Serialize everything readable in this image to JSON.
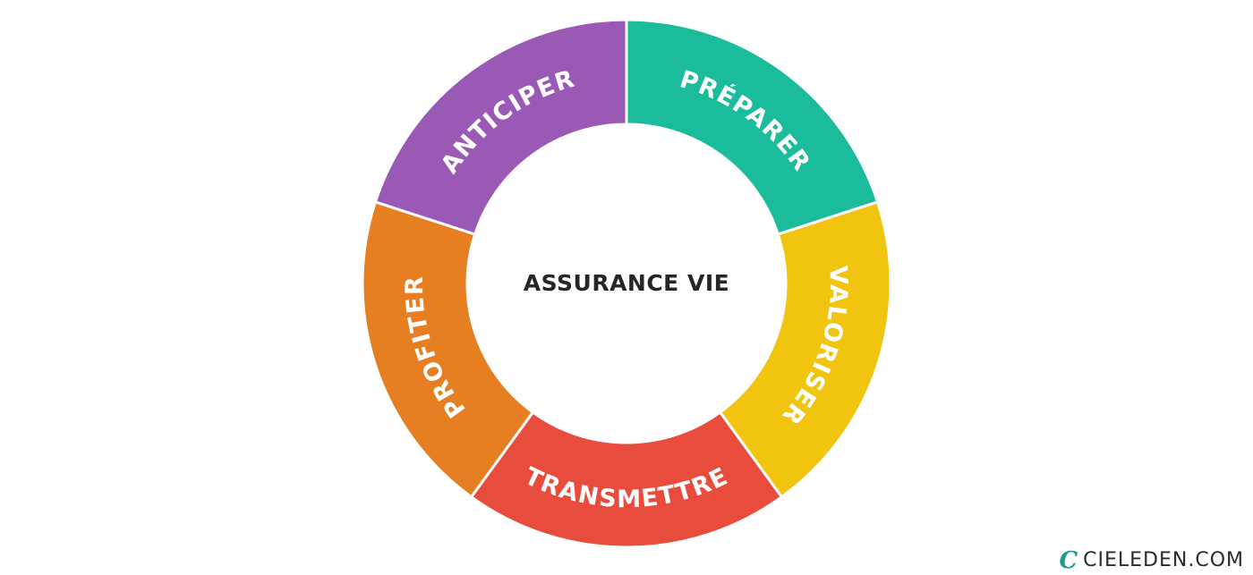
{
  "diagram": {
    "type": "donut-cycle",
    "center_label": "ASSURANCE VIE",
    "segments": [
      {
        "label": "PRÉPARER",
        "color": "#1abc9c"
      },
      {
        "label": "VALORISER",
        "color": "#f1c40f"
      },
      {
        "label": "TRANSMETTRE",
        "color": "#e74c3c"
      },
      {
        "label": "PROFITER",
        "color": "#e67e22"
      },
      {
        "label": "ANTICIPER",
        "color": "#9b59b6"
      }
    ]
  },
  "brand": {
    "icon": "c-logo-icon",
    "text": "CIELEDEN.COM",
    "icon_color": "#1e9c8f"
  }
}
